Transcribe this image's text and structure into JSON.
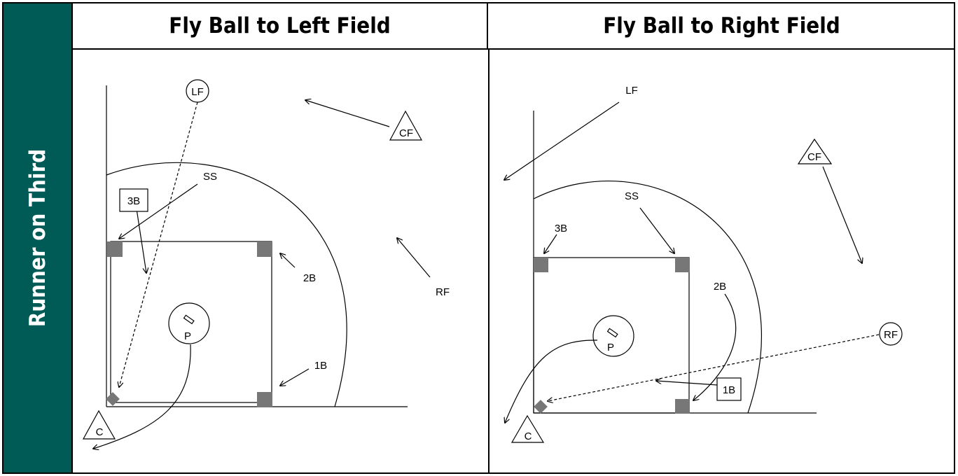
{
  "sidebar": {
    "label": "Runner on Third"
  },
  "panels": [
    {
      "title": "Fly Ball to Left Field",
      "labels": {
        "lf": "LF",
        "cf": "CF",
        "ss": "SS",
        "third": "3B",
        "second": "2B",
        "rf": "RF",
        "first": "1B",
        "pitcher": "P",
        "catcher": "C"
      }
    },
    {
      "title": "Fly Ball to Right Field",
      "labels": {
        "lf": "LF",
        "cf": "CF",
        "ss": "SS",
        "third": "3B",
        "second": "2B",
        "rf": "RF",
        "first": "1B",
        "pitcher": "P",
        "catcher": "C"
      }
    }
  ],
  "colors": {
    "sidebar": "#005a55",
    "base": "#777777"
  }
}
